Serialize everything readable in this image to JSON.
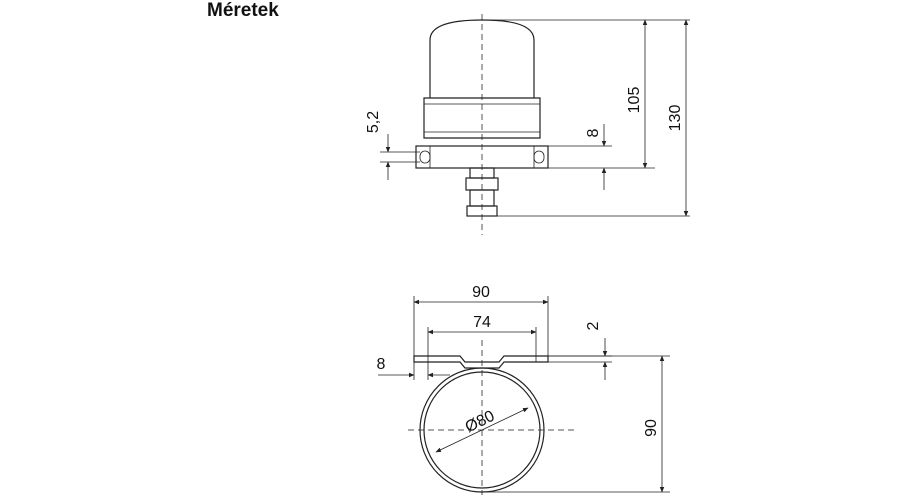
{
  "title": "Méretek",
  "dimensions": {
    "top_view": {
      "lens_height": "105",
      "total_height": "130",
      "flange_thickness": "8",
      "slot_width": "5,2"
    },
    "bottom_view": {
      "bracket_width": "90",
      "hole_spacing": "74",
      "plate_thickness": "2",
      "tab_width": "8",
      "clamp_diameter": "Ø80",
      "clamp_height": "90"
    }
  }
}
